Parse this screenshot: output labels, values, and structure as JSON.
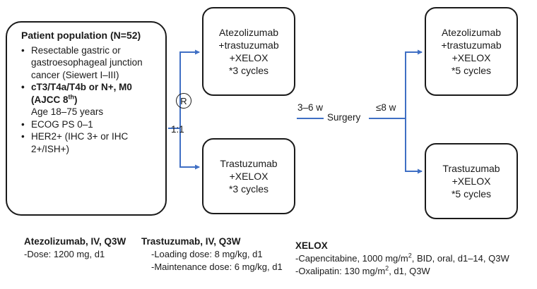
{
  "population": {
    "title": "Patient population (N=52)",
    "items": [
      {
        "text": "Resectable gastric or gastroesophageal junction cancer (Siewert I–III)"
      },
      {
        "text_bold": "cT3/T4a/T4b or N+, M0 (AJCC 8",
        "sup": "th",
        "text_bold_after": ")"
      },
      {
        "text": "Age 18–75 years"
      },
      {
        "text": "ECOG PS 0–1"
      },
      {
        "text": "HER2+ (IHC 3+ or IHC 2+/ISH+)"
      }
    ]
  },
  "randomization": {
    "symbol": "R",
    "ratio": "1:1"
  },
  "arms": {
    "pre_atezo": {
      "lines": [
        "Atezolizumab",
        "+trastuzumab",
        "+XELOX",
        "*3 cycles"
      ]
    },
    "pre_tras": {
      "lines": [
        "Trastuzumab",
        "+XELOX",
        "*3 cycles"
      ]
    },
    "post_atezo": {
      "lines": [
        "Atezolizumab",
        "+trastuzumab",
        "+XELOX",
        "*5 cycles"
      ]
    },
    "post_tras": {
      "lines": [
        "Trastuzumab",
        "+XELOX",
        "*5 cycles"
      ]
    }
  },
  "flow": {
    "gap_before": "3–6 w",
    "surgery": "Surgery",
    "gap_after": "≤8 w"
  },
  "notes": {
    "atezo": {
      "title": "Atezolizumab, IV, Q3W",
      "lines": [
        "-Dose: 1200 mg, d1"
      ]
    },
    "tras": {
      "title": "Trastuzumab, IV, Q3W",
      "lines": [
        "-Loading dose: 8 mg/kg, d1",
        "-Maintenance dose: 6 mg/kg, d1"
      ]
    },
    "xelox": {
      "title": "XELOX",
      "cape": {
        "pre": "-Capencitabine, 1000 mg/m",
        "sup": "2",
        "post": ", BID, oral, d1–14, Q3W"
      },
      "oxa": {
        "pre": "-Oxalipatin: 130 mg/m",
        "sup": "2",
        "post": ", d1, Q3W"
      }
    }
  },
  "colors": {
    "arrow": "#3f6fc4",
    "border": "#1a1a1a",
    "text": "#1a1a1a"
  }
}
